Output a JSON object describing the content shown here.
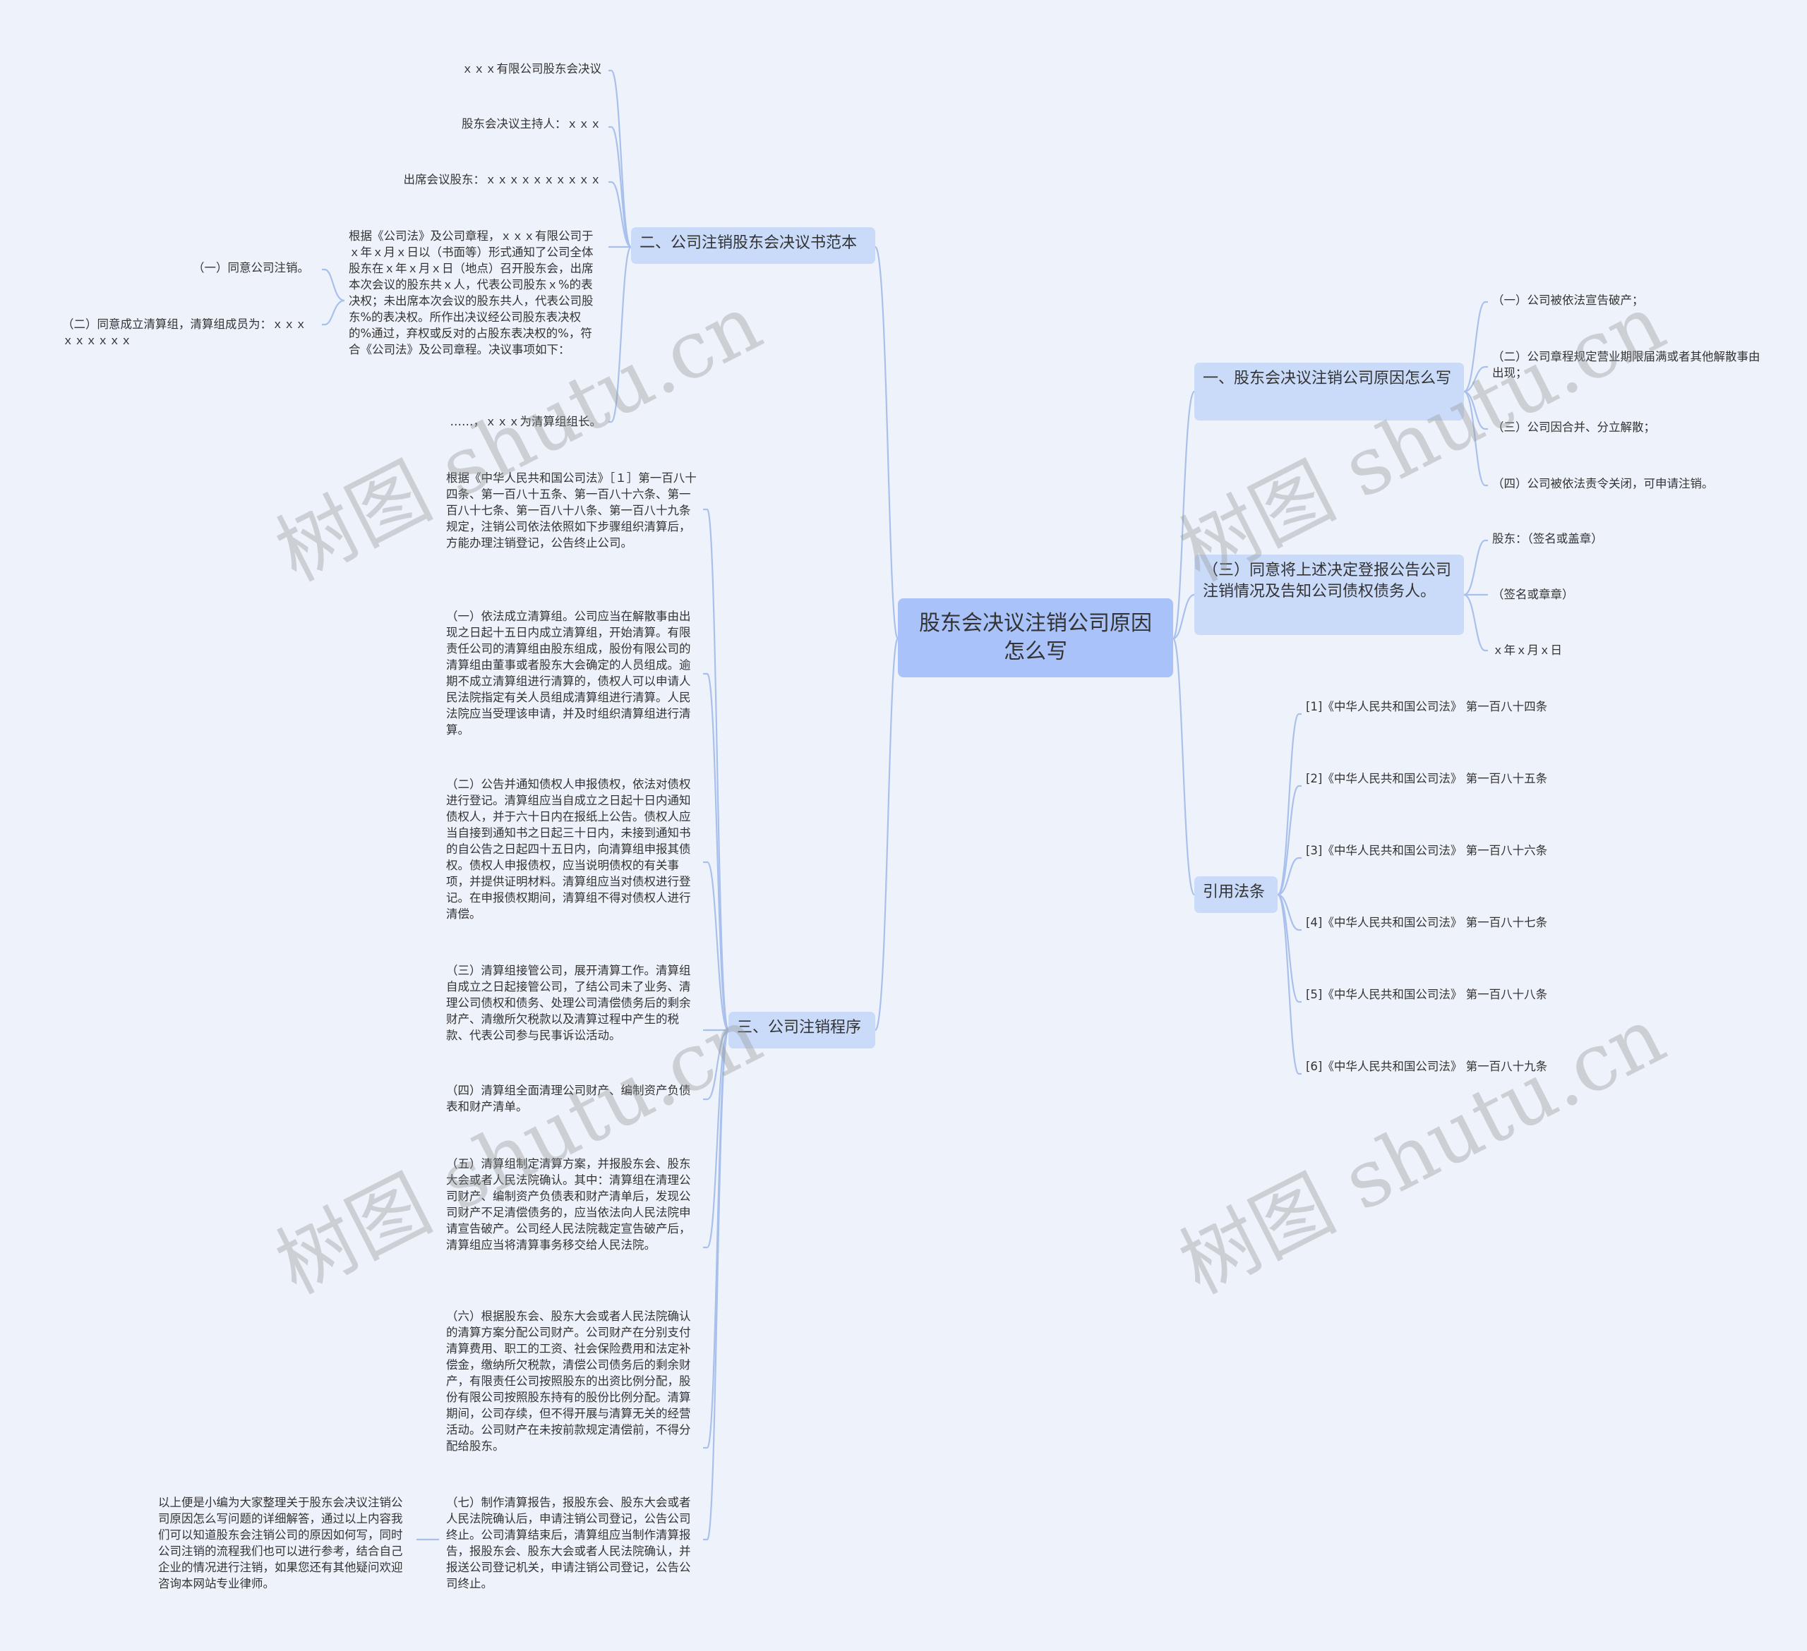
{
  "root": "股东会决议注销公司原因怎么写",
  "branch_template": {
    "label": "二、公司注销股东会决议书范本",
    "items": [
      "ｘｘｘ有限公司股东会决议",
      "股东会决议主持人：ｘｘｘ",
      "出席会议股东：ｘｘｘｘｘｘｘｘｘｘ",
      "根据《公司法》及公司章程，ｘｘｘ有限公司于ｘ年ｘ月ｘ日以（书面等）形式通知了公司全体股东在ｘ年ｘ月ｘ日（地点）召开股东会，出席本次会议的股东共ｘ人，代表公司股东ｘ%的表决权；未出席本次会议的股东共人，代表公司股东%的表决权。所作出决议经公司股东表决权的%通过，弃权或反对的占股东表决权的%，符合《公司法》及公司章程。决议事项如下：",
      "……，ｘｘｘ为清算组组长。"
    ],
    "sub_items": [
      "（一）同意公司注销。",
      "（二）同意成立清算组，清算组成员为：ｘｘｘｘｘｘｘｘｘ"
    ]
  },
  "branch_procedure": {
    "label": "三、公司注销程序",
    "items": [
      "根据《中华人民共和国公司法》［１］第一百八十四条、第一百八十五条、第一百八十六条、第一百八十七条、第一百八十八条、第一百八十九条规定，注销公司依法依照如下步骤组织清算后，方能办理注销登记，公告终止公司。",
      "（一）依法成立清算组。公司应当在解散事由出现之日起十五日内成立清算组，开始清算。有限责任公司的清算组由股东组成，股份有限公司的清算组由董事或者股东大会确定的人员组成。逾期不成立清算组进行清算的，债权人可以申请人民法院指定有关人员组成清算组进行清算。人民法院应当受理该申请，并及时组织清算组进行清算。",
      "（二）公告并通知债权人申报债权，依法对债权进行登记。清算组应当自成立之日起十日内通知债权人，并于六十日内在报纸上公告。债权人应当自接到通知书之日起三十日内，未接到通知书的自公告之日起四十五日内，向清算组申报其债权。债权人申报债权，应当说明债权的有关事项，并提供证明材料。清算组应当对债权进行登记。在申报债权期间，清算组不得对债权人进行清偿。",
      "（三）清算组接管公司，展开清算工作。清算组自成立之日起接管公司，了结公司未了业务、清理公司债权和债务、处理公司清偿债务后的剩余财产、清缴所欠税款以及清算过程中产生的税款、代表公司参与民事诉讼活动。",
      "（四）清算组全面清理公司财产、编制资产负债表和财产清单。",
      "（五）清算组制定清算方案，并报股东会、股东大会或者人民法院确认。其中：清算组在清理公司财产、编制资产负债表和财产清单后，发现公司财产不足清偿债务的，应当依法向人民法院申请宣告破产。公司经人民法院裁定宣告破产后，清算组应当将清算事务移交给人民法院。",
      "（六）根据股东会、股东大会或者人民法院确认的清算方案分配公司财产。公司财产在分别支付清算费用、职工的工资、社会保险费用和法定补偿金，缴纳所欠税款，清偿公司债务后的剩余财产，有限责任公司按照股东的出资比例分配，股份有限公司按照股东持有的股份比例分配。清算期间，公司存续，但不得开展与清算无关的经营活动。公司财产在未按前款规定清偿前，不得分配给股东。",
      "（七）制作清算报告，报股东会、股东大会或者人民法院确认后，申请注销公司登记，公告公司终止。公司清算结束后，清算组应当制作清算报告，报股东会、股东大会或者人民法院确认，并报送公司登记机关，申请注销公司登记，公告公司终止。"
    ],
    "conclusion": "以上便是小编为大家整理关于股东会决议注销公司原因怎么写问题的详细解答，通过以上内容我们可以知道股东会注销公司的原因如何写，同时公司注销的流程我们也可以进行参考，结合自己企业的情况进行注销，如果您还有其他疑问欢迎咨询本网站专业律师。"
  },
  "branch_reasons": {
    "label": "一、股东会决议注销公司原因怎么写",
    "items": [
      "（一）公司被依法宣告破产；",
      "（二）公司章程规定营业期限届满或者其他解散事由出现；",
      "（三）公司因合并、分立解散；",
      "（四）公司被依法责令关闭，可申请注销。"
    ]
  },
  "branch_announce": {
    "label": "（三）同意将上述决定登报公告公司注销情况及告知公司债权债务人。",
    "items": [
      "股东：（签名或盖章）",
      "（签名或章章）",
      "ｘ年ｘ月ｘ日"
    ]
  },
  "branch_laws": {
    "label": "引用法条",
    "items": [
      "[1]《中华人民共和国公司法》 第一百八十四条",
      "[2]《中华人民共和国公司法》 第一百八十五条",
      "[3]《中华人民共和国公司法》 第一百八十六条",
      "[4]《中华人民共和国公司法》 第一百八十七条",
      "[5]《中华人民共和国公司法》 第一百八十八条",
      "[6]《中华人民共和国公司法》 第一百八十九条"
    ]
  },
  "watermark": "树图 shutu.cn",
  "colors": {
    "background": "#eef3fb",
    "root": "#a9c2f9",
    "branch": "#cadbfa",
    "line": "#a9c0ec"
  }
}
